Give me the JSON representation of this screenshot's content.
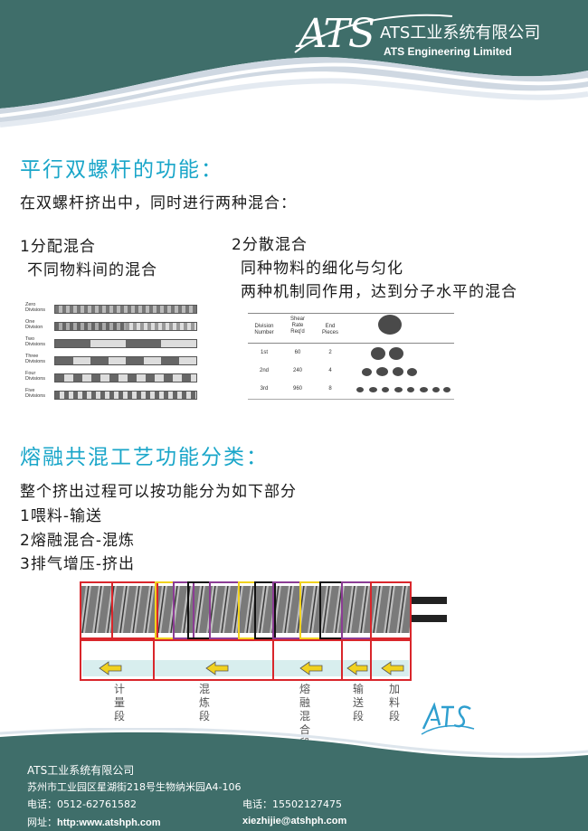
{
  "header": {
    "logo_text": "ATS",
    "brand_cn": "ATS工业系统有限公司",
    "brand_en": "ATS Engineering Limited"
  },
  "section1": {
    "title": "平行双螺杆的功能：",
    "intro": "在双螺杆挤出中，同时进行两种混合：",
    "distributive": {
      "heading": "1分配混合",
      "desc": "不同物料间的混合",
      "rows": [
        "Zero Divisions",
        "One Division",
        "Two Divisions",
        "Three Divisions",
        "Four Divisions",
        "Five Divisions"
      ]
    },
    "dispersive": {
      "heading": "2分散混合",
      "desc1": "同种物料的细化与匀化",
      "desc2": "两种机制同作用，达到分子水平的混合",
      "table": {
        "headers": [
          "Division Number",
          "Shear Rate Req'd",
          "End Pieces"
        ],
        "rows": [
          {
            "division": "1st",
            "shear": "60",
            "pieces": "2"
          },
          {
            "division": "2nd",
            "shear": "240",
            "pieces": "4"
          },
          {
            "division": "3rd",
            "shear": "960",
            "pieces": "8"
          }
        ]
      }
    }
  },
  "section2": {
    "title": "熔融共混工艺功能分类：",
    "intro": "整个挤出过程可以按功能分为如下部分",
    "items": [
      "1喂料-输送",
      "2熔融混合-混炼",
      "3排气增压-挤出"
    ],
    "segments": [
      {
        "label": "计量段"
      },
      {
        "label": "混炼段"
      },
      {
        "label": "熔融混合段"
      },
      {
        "label": "输送段"
      },
      {
        "label": "加料段"
      }
    ]
  },
  "footer": {
    "company": "ATS工业系统有限公司",
    "address": "苏州市工业园区星湖街218号生物纳米园A4-106",
    "phone": "电话：0512-62761582",
    "mobile": "电话：15502127475",
    "website_label": "网址：",
    "website": "http:www.atshph.com",
    "email": "xiezhijie@atshph.com"
  },
  "colors": {
    "teal": "#3f6e6a",
    "title_blue": "#1aa6c9",
    "red_frame": "#d9262b",
    "purple_frame": "#8b3c94",
    "yellow_frame": "#f1d21f"
  }
}
